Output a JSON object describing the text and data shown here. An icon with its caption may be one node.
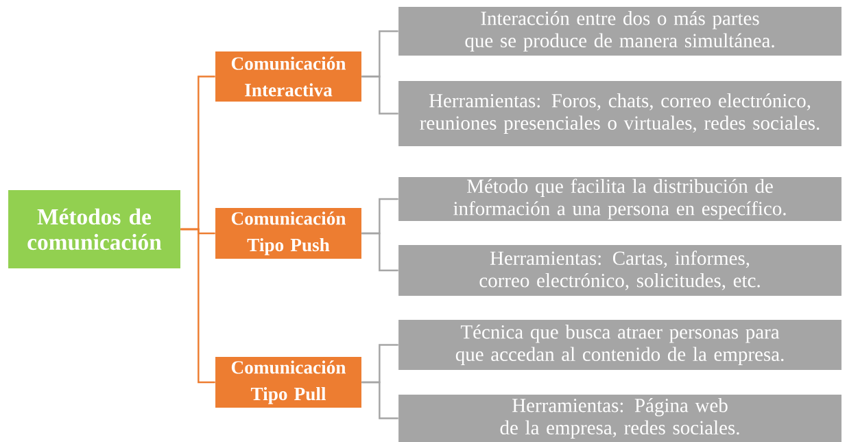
{
  "diagram": {
    "nodes": [
      {
        "text": [
          "Métodos de comunicación"
        ]
      },
      {
        "text": [
          "Comunicación Interactiva"
        ]
      },
      {
        "text": [
          "Comunicación Tipo Push"
        ]
      },
      {
        "text": [
          "Comunicación Tipo Pull"
        ]
      },
      {
        "text": [
          "Interacción entre dos o más partes que se produce de manera simultánea."
        ]
      },
      {
        "text": [
          "Herramientas: Foros, chats, correo electrónico, reuniones presenciales o virtuales, redes sociales."
        ]
      },
      {
        "text": [
          "Método que facilita la distribución de información a una persona en específico."
        ]
      },
      {
        "text": [
          "Herramientas: Cartas, informes, correo electrónico, solicitudes, etc."
        ]
      },
      {
        "text": [
          "Técnica que busca atraer personas para que accedan al contenido de la empresa."
        ]
      },
      {
        "text": [
          "Herramientas: Página web de la empresa, redes sociales."
        ]
      }
    ],
    "edges": [
      {
        "from": 0,
        "to": 1,
        "arrow": "none",
        "color": "#ed7d31"
      },
      {
        "from": 0,
        "to": 2,
        "arrow": "none",
        "color": "#ed7d31"
      },
      {
        "from": 0,
        "to": 3,
        "arrow": "none",
        "color": "#ed7d31"
      },
      {
        "from": 1,
        "to": 4,
        "arrow": "none"
      },
      {
        "from": 1,
        "to": 5,
        "arrow": "none"
      },
      {
        "from": 2,
        "to": 6,
        "arrow": "none"
      },
      {
        "from": 2,
        "to": 7,
        "arrow": "none"
      },
      {
        "from": 3,
        "to": 8,
        "arrow": "none"
      },
      {
        "from": 3,
        "to": 9,
        "arrow": "none"
      }
    ]
  }
}
